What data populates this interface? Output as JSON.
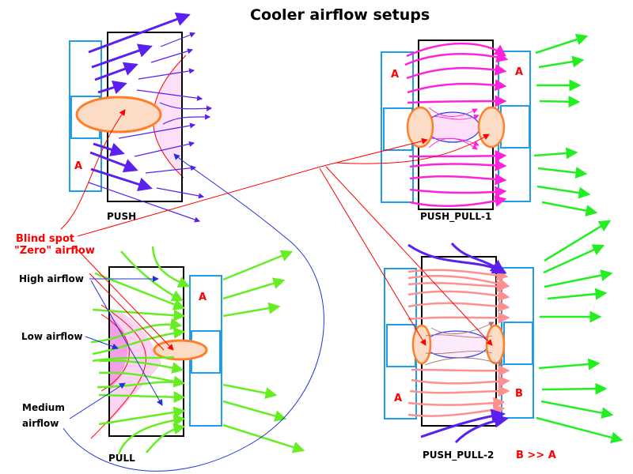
{
  "title": "Cooler airflow setups",
  "colors": {
    "fan_box": "#1e9be9",
    "radiator": "#000000",
    "blind_spot": "#ff7f27",
    "push_arrows": "#5b1ff0",
    "pull_arrows": "#66ee22",
    "exhaust_arrows": "#22ee22",
    "pp1_arrows": "#ff22dd",
    "pp2_arrows": "#ff9090",
    "annotation_red": "#ff0000",
    "annotation_blue": "#2233dd"
  },
  "panels": {
    "push": {
      "label": "PUSH",
      "fan_label": "A"
    },
    "pull": {
      "label": "PULL",
      "fan_label": "A"
    },
    "push_pull_1": {
      "label": "PUSH_PULL-1",
      "fan_left_label": "A",
      "fan_right_label": "A"
    },
    "push_pull_2": {
      "label": "PUSH_PULL-2",
      "fan_left_label": "A",
      "fan_right_label": "B",
      "note": "B >> A"
    }
  },
  "annotations": {
    "blind_spot_line1": "Blind spot",
    "blind_spot_line2": "\"Zero\" airflow",
    "high_airflow": "High airflow",
    "low_airflow": "Low airflow",
    "medium_airflow_line1": "Medium",
    "medium_airflow_line2": "airflow"
  }
}
